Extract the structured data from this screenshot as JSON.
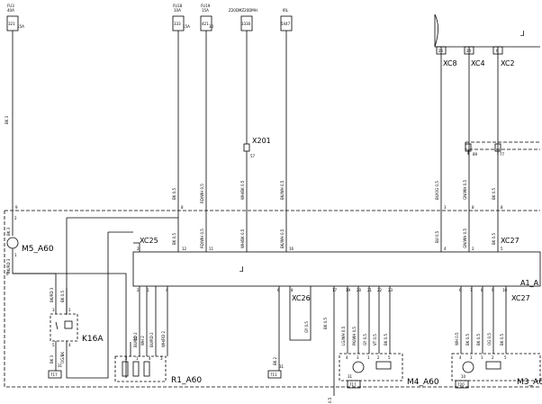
{
  "fuses": [
    {
      "name": "FU3",
      "rating": "40A",
      "code": "321",
      "sub": "15A"
    },
    {
      "name": "FU18",
      "rating": "10A",
      "code": "333",
      "sub": "15A"
    },
    {
      "name": "FU19",
      "rating": "15A",
      "code": "421",
      "sub": "30"
    }
  ],
  "signals": [
    {
      "name": "Z20DMZ20DMH",
      "code": "3330"
    },
    {
      "name": "IRL",
      "code": "5447"
    }
  ],
  "top_connectors": [
    {
      "pin": "26",
      "label": "XC8"
    },
    {
      "pin": "24",
      "label": "XC4"
    },
    {
      "pin": "6",
      "label": "XC2"
    }
  ],
  "x201": {
    "label": "X201",
    "pin": "57"
  },
  "right_pins": [
    "89",
    "77"
  ],
  "module": {
    "label": "A1_A",
    "top_connector": "XC25",
    "top_pins_left": [
      "2",
      "12",
      "11",
      "16"
    ],
    "top_connector_right": "XC27",
    "top_pins_right": [
      "4",
      "2",
      "5"
    ],
    "bottom_connector_left": "XC26",
    "bottom_pins_left": [
      "2",
      "1",
      "4",
      "6",
      "8",
      "17"
    ],
    "bottom_pins_mid": [
      "19",
      "20",
      "21",
      "22",
      "23"
    ],
    "bottom_connector_right": "XC27",
    "bottom_pins_right": [
      "6",
      "7",
      "8",
      "9",
      "10"
    ]
  },
  "wire_labels": {
    "fu3": "BK 3",
    "fu18": "BK 0.5",
    "fu19": "RD/WH 0.5",
    "z20": "WH/BK 0.5",
    "irl": "BK/WH 0.5",
    "xc8": "BU/OG 0.5",
    "xc4": "GN/WH 0.5",
    "xc2": "BK 0.5",
    "mod_fu18": "BK 0.5",
    "mod_fu19": "RD/WH 0.5",
    "mod_z20": "WH/BK 0.5",
    "mod_irl": "BK/WH 0.5",
    "mod_xc8": "BU 0.5",
    "mod_xc4": "GN/WH 0.5",
    "mod_xc2": "BK 0.5",
    "m5_a": "BK 3",
    "m5_b": "BK/RD 3",
    "k16_a": "BK/RD 3",
    "k16_b": "BK 0.5",
    "k16_c": "BK 3",
    "k16_d": "OG/BK",
    "r1_1": "BU/RD 2",
    "r1_2": "WH 2",
    "r1_3": "BU/RD 2",
    "r1_4": "WH/RD 2",
    "gnd1": "BK 2",
    "gy": "GY 0.5",
    "bk05": "BK 0.5",
    "m4_1": "LG/WH 0.5",
    "m4_2": "PK/WH 0.5",
    "m4_3": "GY 0.5",
    "m4_4": "VT 0.5",
    "m4_5": "BK 0.5",
    "m3_1": "WH 0.5",
    "m3_2": "BK 0.5",
    "m3_3": "BK 0.5",
    "m3_4": "OG 0.5",
    "m3_5": "BK 0.5",
    "bottom": "0.5"
  },
  "components": {
    "m5": "M5_A60",
    "k16": "K16A",
    "r1": "R1_A60",
    "m4": "M4_A60",
    "m3": "M3_A6"
  },
  "grounds": [
    {
      "id": "g1",
      "code": "717"
    },
    {
      "id": "g2",
      "code": "711"
    },
    {
      "id": "g3",
      "code": "717"
    },
    {
      "id": "g4",
      "code": "720"
    }
  ],
  "k16_pins": [
    "3",
    "1",
    "5",
    "4"
  ],
  "r1_pins": [
    "2",
    "1",
    "4",
    "3"
  ],
  "m4_pins": [
    "4",
    "3",
    "1",
    "2",
    "5"
  ],
  "m3_pins": [
    "4",
    "3",
    "1",
    "2",
    "5"
  ],
  "misc_pins": {
    "m5_top": "2",
    "m5_bottom": "1",
    "gnd_pin": "31",
    "left_pin": "6",
    "fu3_edge": "9",
    "fu18_edge": "8",
    "xc8_edge": "3",
    "xc4_edge": "8",
    "xc2_edge": "8",
    "gnd1_pin": "31",
    "g2_pin": "31",
    "r1_g": "31",
    "m3_g": "10"
  },
  "colors": {
    "line": "#000000",
    "background": "#ffffff"
  }
}
